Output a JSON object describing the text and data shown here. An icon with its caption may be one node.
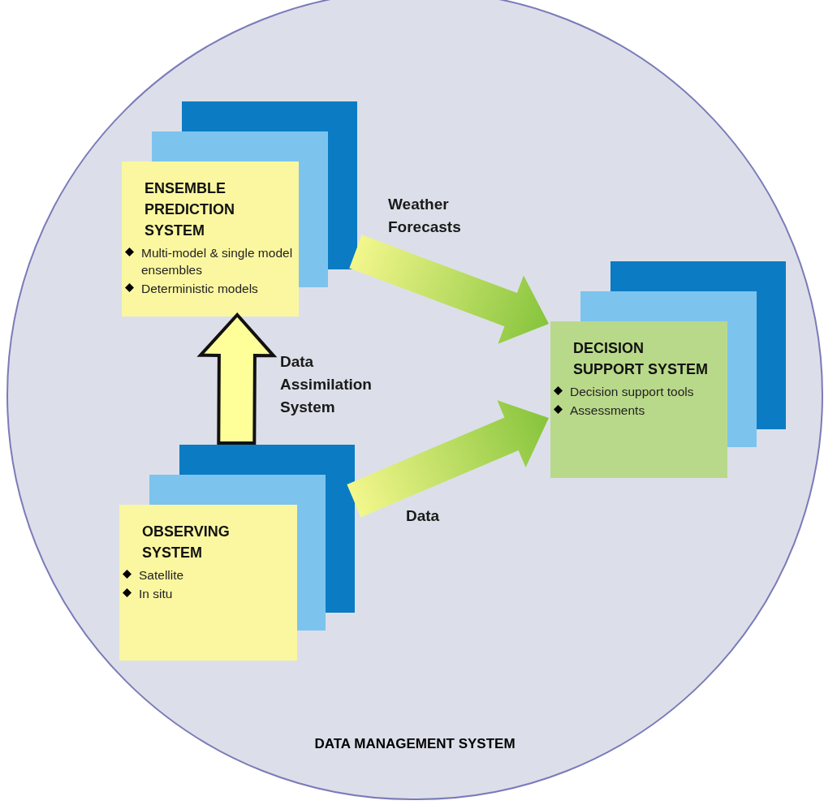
{
  "diagram": {
    "nodes": [
      {
        "text": [
          "DATA MANAGEMENT SYSTEM"
        ]
      },
      {
        "text": [
          "ENSEMBLE PREDICTION SYSTEM",
          "Multi-model & single model ensembles",
          "Deterministic models"
        ],
        "in": 0
      },
      {
        "text": [
          "OBSERVING SYSTEM",
          "Satellite",
          "In situ"
        ],
        "in": 0
      },
      {
        "text": [
          "DECISION SUPPORT SYSTEM",
          "Decision support tools",
          "Assessments"
        ],
        "in": 0
      }
    ],
    "edges": [
      {
        "from": 2,
        "to": 1,
        "arrow": "to",
        "label": "Data Assimilation System",
        "style": "thick",
        "color": "#ffff99"
      },
      {
        "from": 1,
        "to": 3,
        "arrow": "to",
        "label": "Weather Forecasts",
        "style": "thick"
      },
      {
        "from": 2,
        "to": 3,
        "arrow": "to",
        "label": "Data",
        "style": "thick"
      }
    ]
  }
}
